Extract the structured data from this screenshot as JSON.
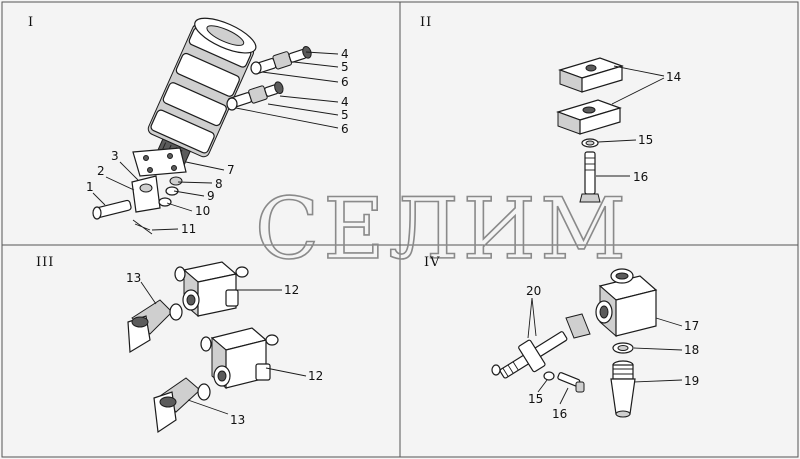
{
  "sections": [
    {
      "id": "section-1",
      "numeral": "I"
    },
    {
      "id": "section-2",
      "numeral": "II"
    },
    {
      "id": "section-3",
      "numeral": "III"
    },
    {
      "id": "section-4",
      "numeral": "IV"
    }
  ],
  "watermark": "СЕЛИМ",
  "callouts": {
    "s1": [
      "4",
      "5",
      "6",
      "4",
      "5",
      "6",
      "7",
      "8",
      "9",
      "10",
      "11",
      "1",
      "2",
      "3"
    ],
    "s2": [
      "14",
      "15",
      "16"
    ],
    "s3": [
      "13",
      "12",
      "12",
      "13"
    ],
    "s4": [
      "20",
      "17",
      "18",
      "19",
      "15",
      "16"
    ]
  }
}
